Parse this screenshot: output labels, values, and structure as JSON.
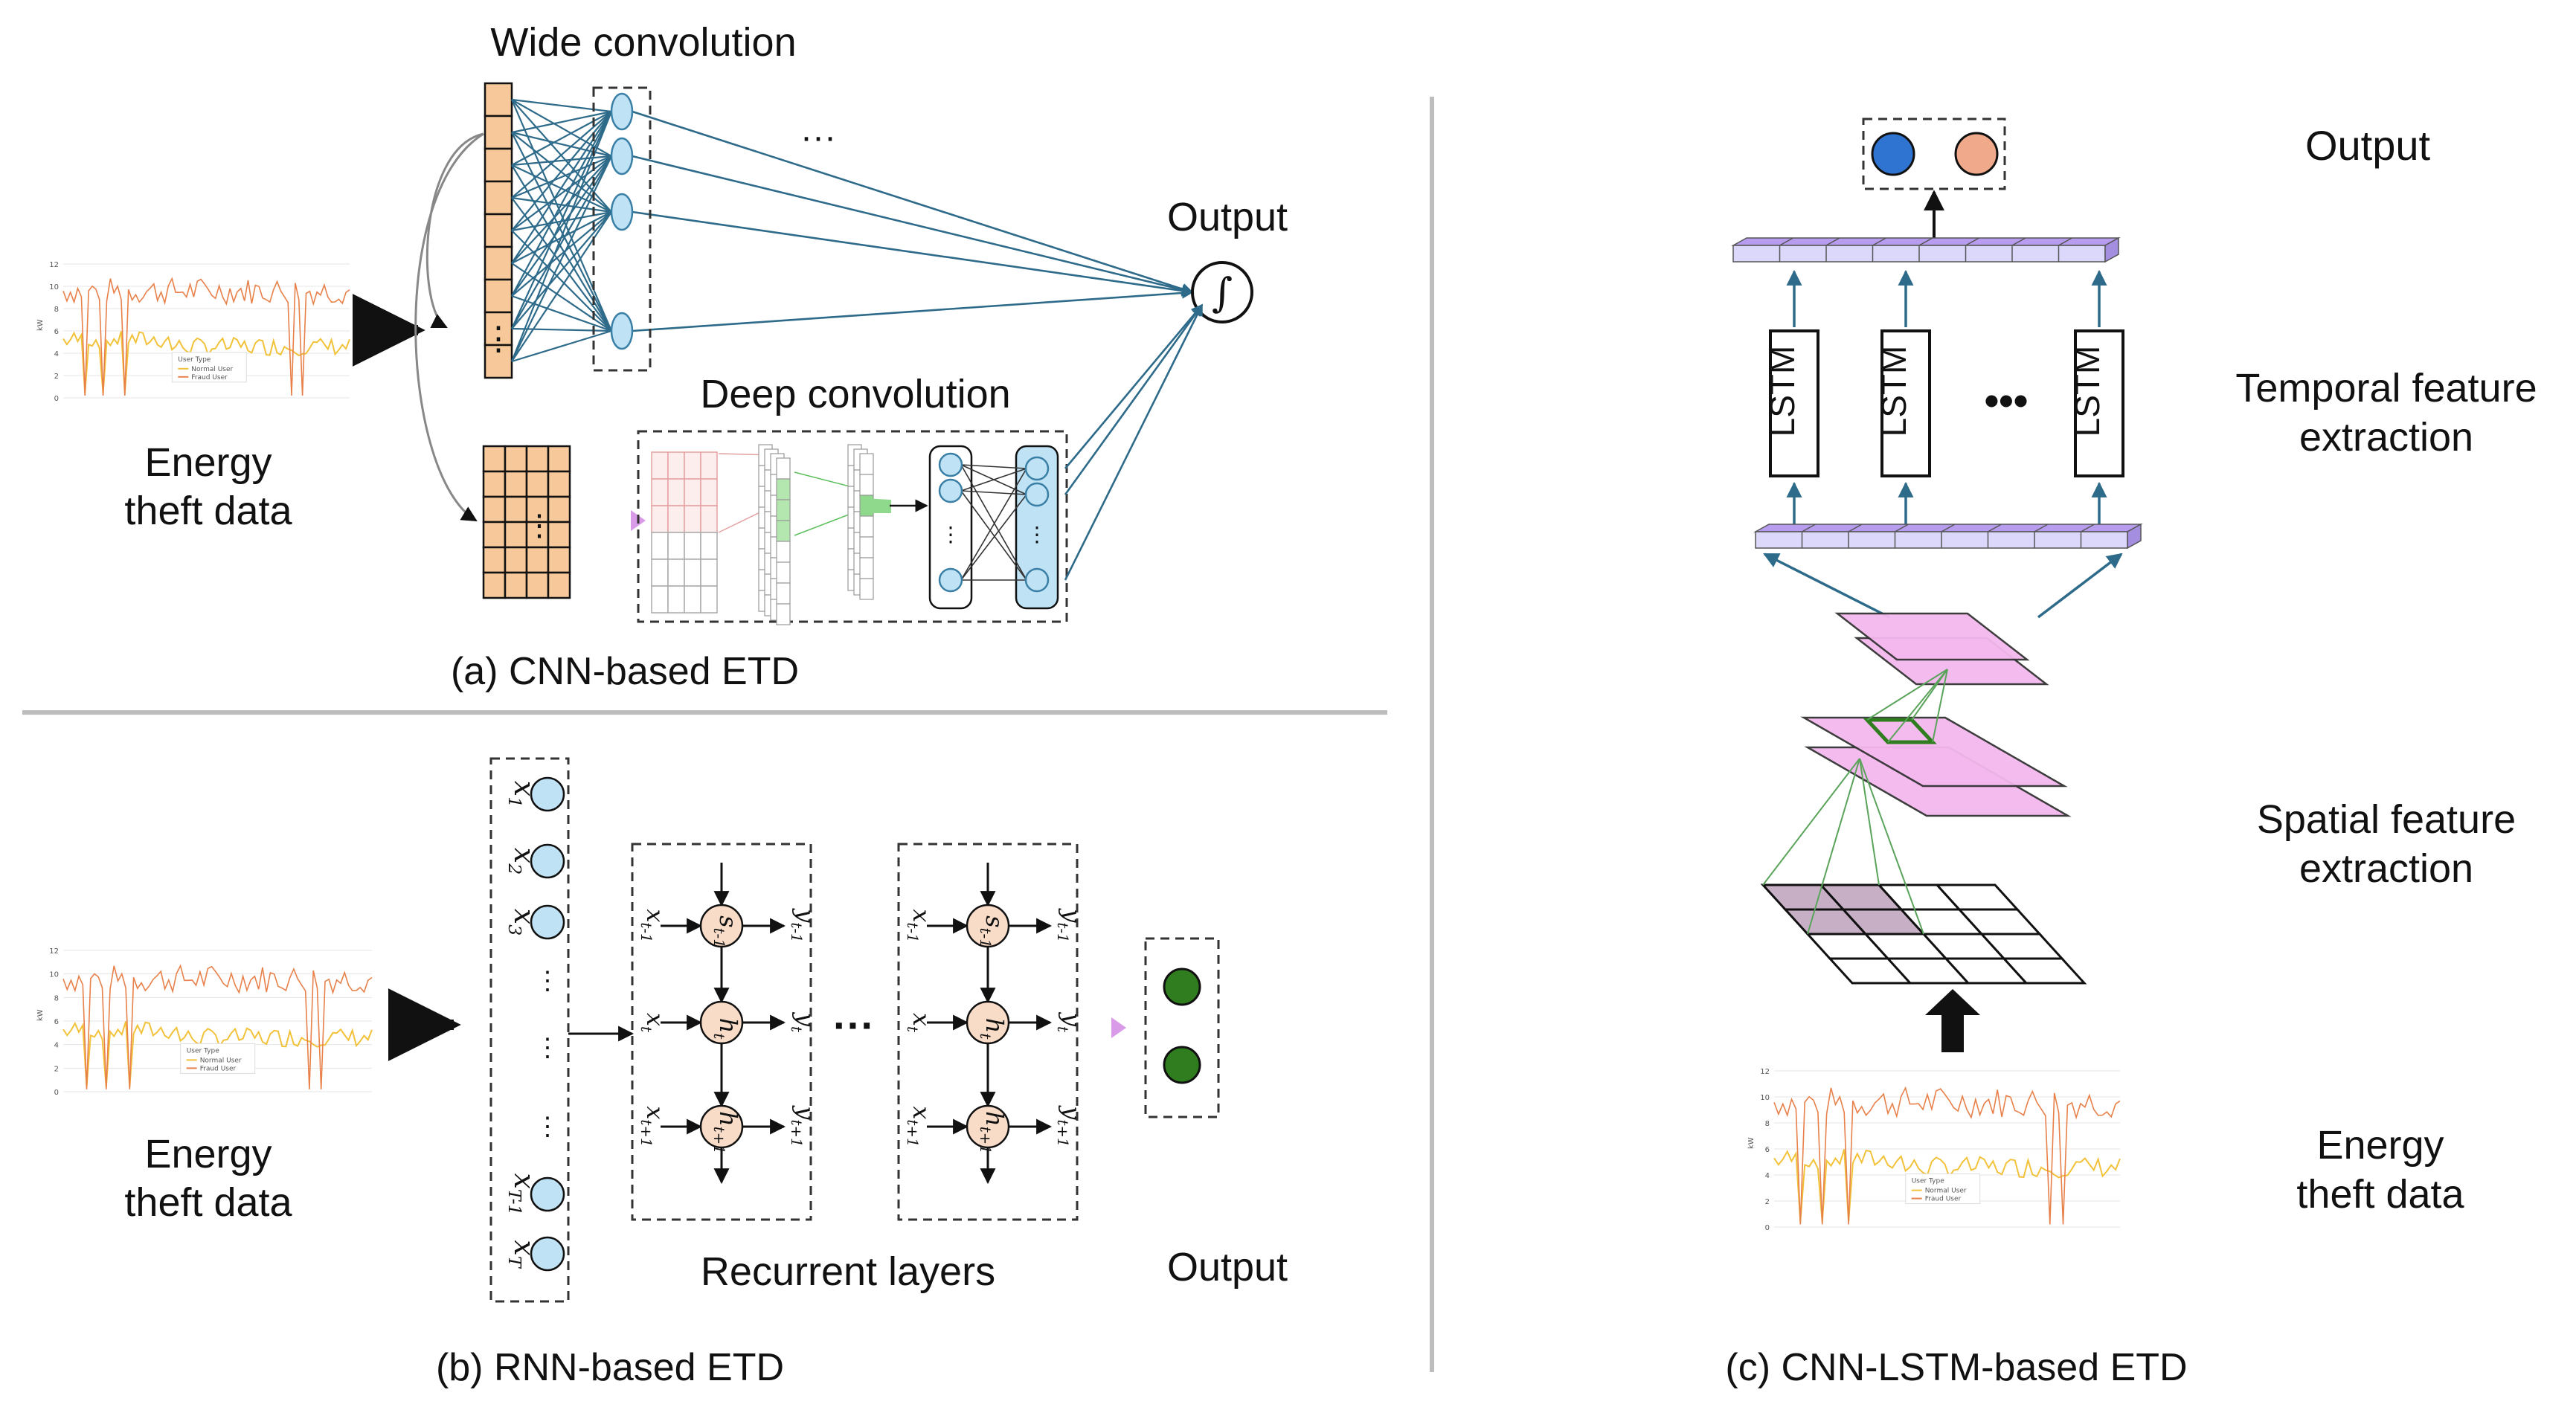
{
  "panel_a": {
    "caption": "(a) CNN-based ETD",
    "wide_convolution_label": "Wide convolution",
    "deep_convolution_label": "Deep convolution",
    "output_label": "Output",
    "input_label_line1": "Energy",
    "input_label_line2": "theft data",
    "ellipsis": "···",
    "integral_symbol": "∫",
    "vertical_dots": "⋮"
  },
  "panel_b": {
    "caption": "(b) RNN-based ETD",
    "recurrent_layers_label": "Recurrent layers",
    "output_label": "Output",
    "input_label_line1": "Energy",
    "input_label_line2": "theft data",
    "inputs": [
      "x1",
      "x2",
      "x3",
      "xT-1",
      "xT"
    ],
    "cell_states": [
      "st-1",
      "ht",
      "ht+1"
    ],
    "left_labels": [
      "xt-1",
      "xt",
      "xt+1"
    ],
    "right_labels": [
      "yt-1",
      "yt",
      "yt+1"
    ],
    "between_ellipsis": "···",
    "vertical_dots": "⋮"
  },
  "panel_c": {
    "caption": "(c) CNN-LSTM-based ETD",
    "output_label": "Output",
    "temporal_line1": "Temporal feature",
    "temporal_line2": "extraction",
    "spatial_line1": "Spatial feature",
    "spatial_line2": "extraction",
    "input_label_line1": "Energy",
    "input_label_line2": "theft data",
    "lstm_label": "LSTM",
    "between_ellipsis": "•••"
  },
  "mini_chart": {
    "legend_title": "User Type",
    "legend_items": [
      "Normal User",
      "Fraud User"
    ],
    "ylabel": "kW",
    "yticks": [
      "12",
      "10",
      "8",
      "6",
      "4",
      "2",
      "0"
    ]
  },
  "colors": {
    "orange_fill": "#f7c99a",
    "blue_node": "#bfe3f5",
    "connection": "#2e6b8a",
    "lstm_purple": "#c8a8f0",
    "pink_map": "#f4b8ee",
    "green_node": "#2f7d1e",
    "output_blue": "#2f74d0",
    "output_orange": "#f0a98a",
    "cell_fill": "#f8dcc8"
  }
}
